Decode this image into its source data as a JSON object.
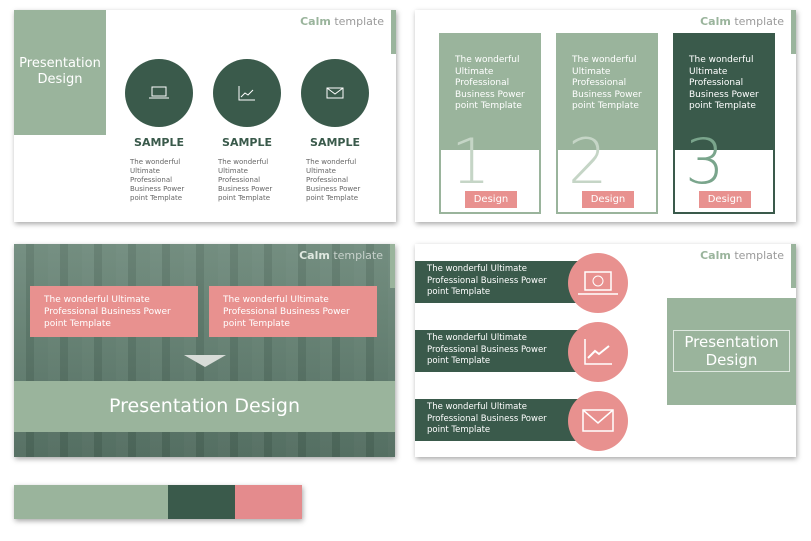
{
  "brand": {
    "bold": "Calm",
    "rest": " template"
  },
  "slide1": {
    "title_line1": "Presentation",
    "title_line2": "Design",
    "items": [
      {
        "icon": "laptop-icon",
        "heading": "SAMPLE",
        "text": "The wonderful Ultimate Professional Business Power point Template"
      },
      {
        "icon": "chart-icon",
        "heading": "SAMPLE",
        "text": "The wonderful Ultimate Professional Business Power point Template"
      },
      {
        "icon": "mail-icon",
        "heading": "SAMPLE",
        "text": "The wonderful Ultimate Professional Business Power point Template"
      }
    ]
  },
  "slide2": {
    "cards": [
      {
        "text": "The wonderful Ultimate Professional Business Power point Template",
        "number": "1",
        "button": "Design"
      },
      {
        "text": "The wonderful Ultimate Professional Business Power point Template",
        "number": "2",
        "button": "Design"
      },
      {
        "text": "The wonderful Ultimate Professional Business Power point Template",
        "number": "3",
        "button": "Design"
      }
    ]
  },
  "slide3": {
    "boxes": [
      "The wonderful Ultimate Professional Business Power point Template",
      "The wonderful Ultimate Professional Business Power point Template"
    ],
    "title": "Presentation Design"
  },
  "slide4": {
    "rows": [
      {
        "icon": "laptop-icon",
        "text": "The wonderful Ultimate Professional Business Power point Template"
      },
      {
        "icon": "chart-icon",
        "text": "The wonderful Ultimate Professional Business Power point Template"
      },
      {
        "icon": "mail-icon",
        "text": "The wonderful Ultimate Professional Business Power point Template"
      }
    ],
    "title_line1": "Presentation",
    "title_line2": "Design"
  },
  "palette": {
    "colors": [
      "#9ab49c",
      "#3a5a4b",
      "#e48b8d"
    ]
  }
}
